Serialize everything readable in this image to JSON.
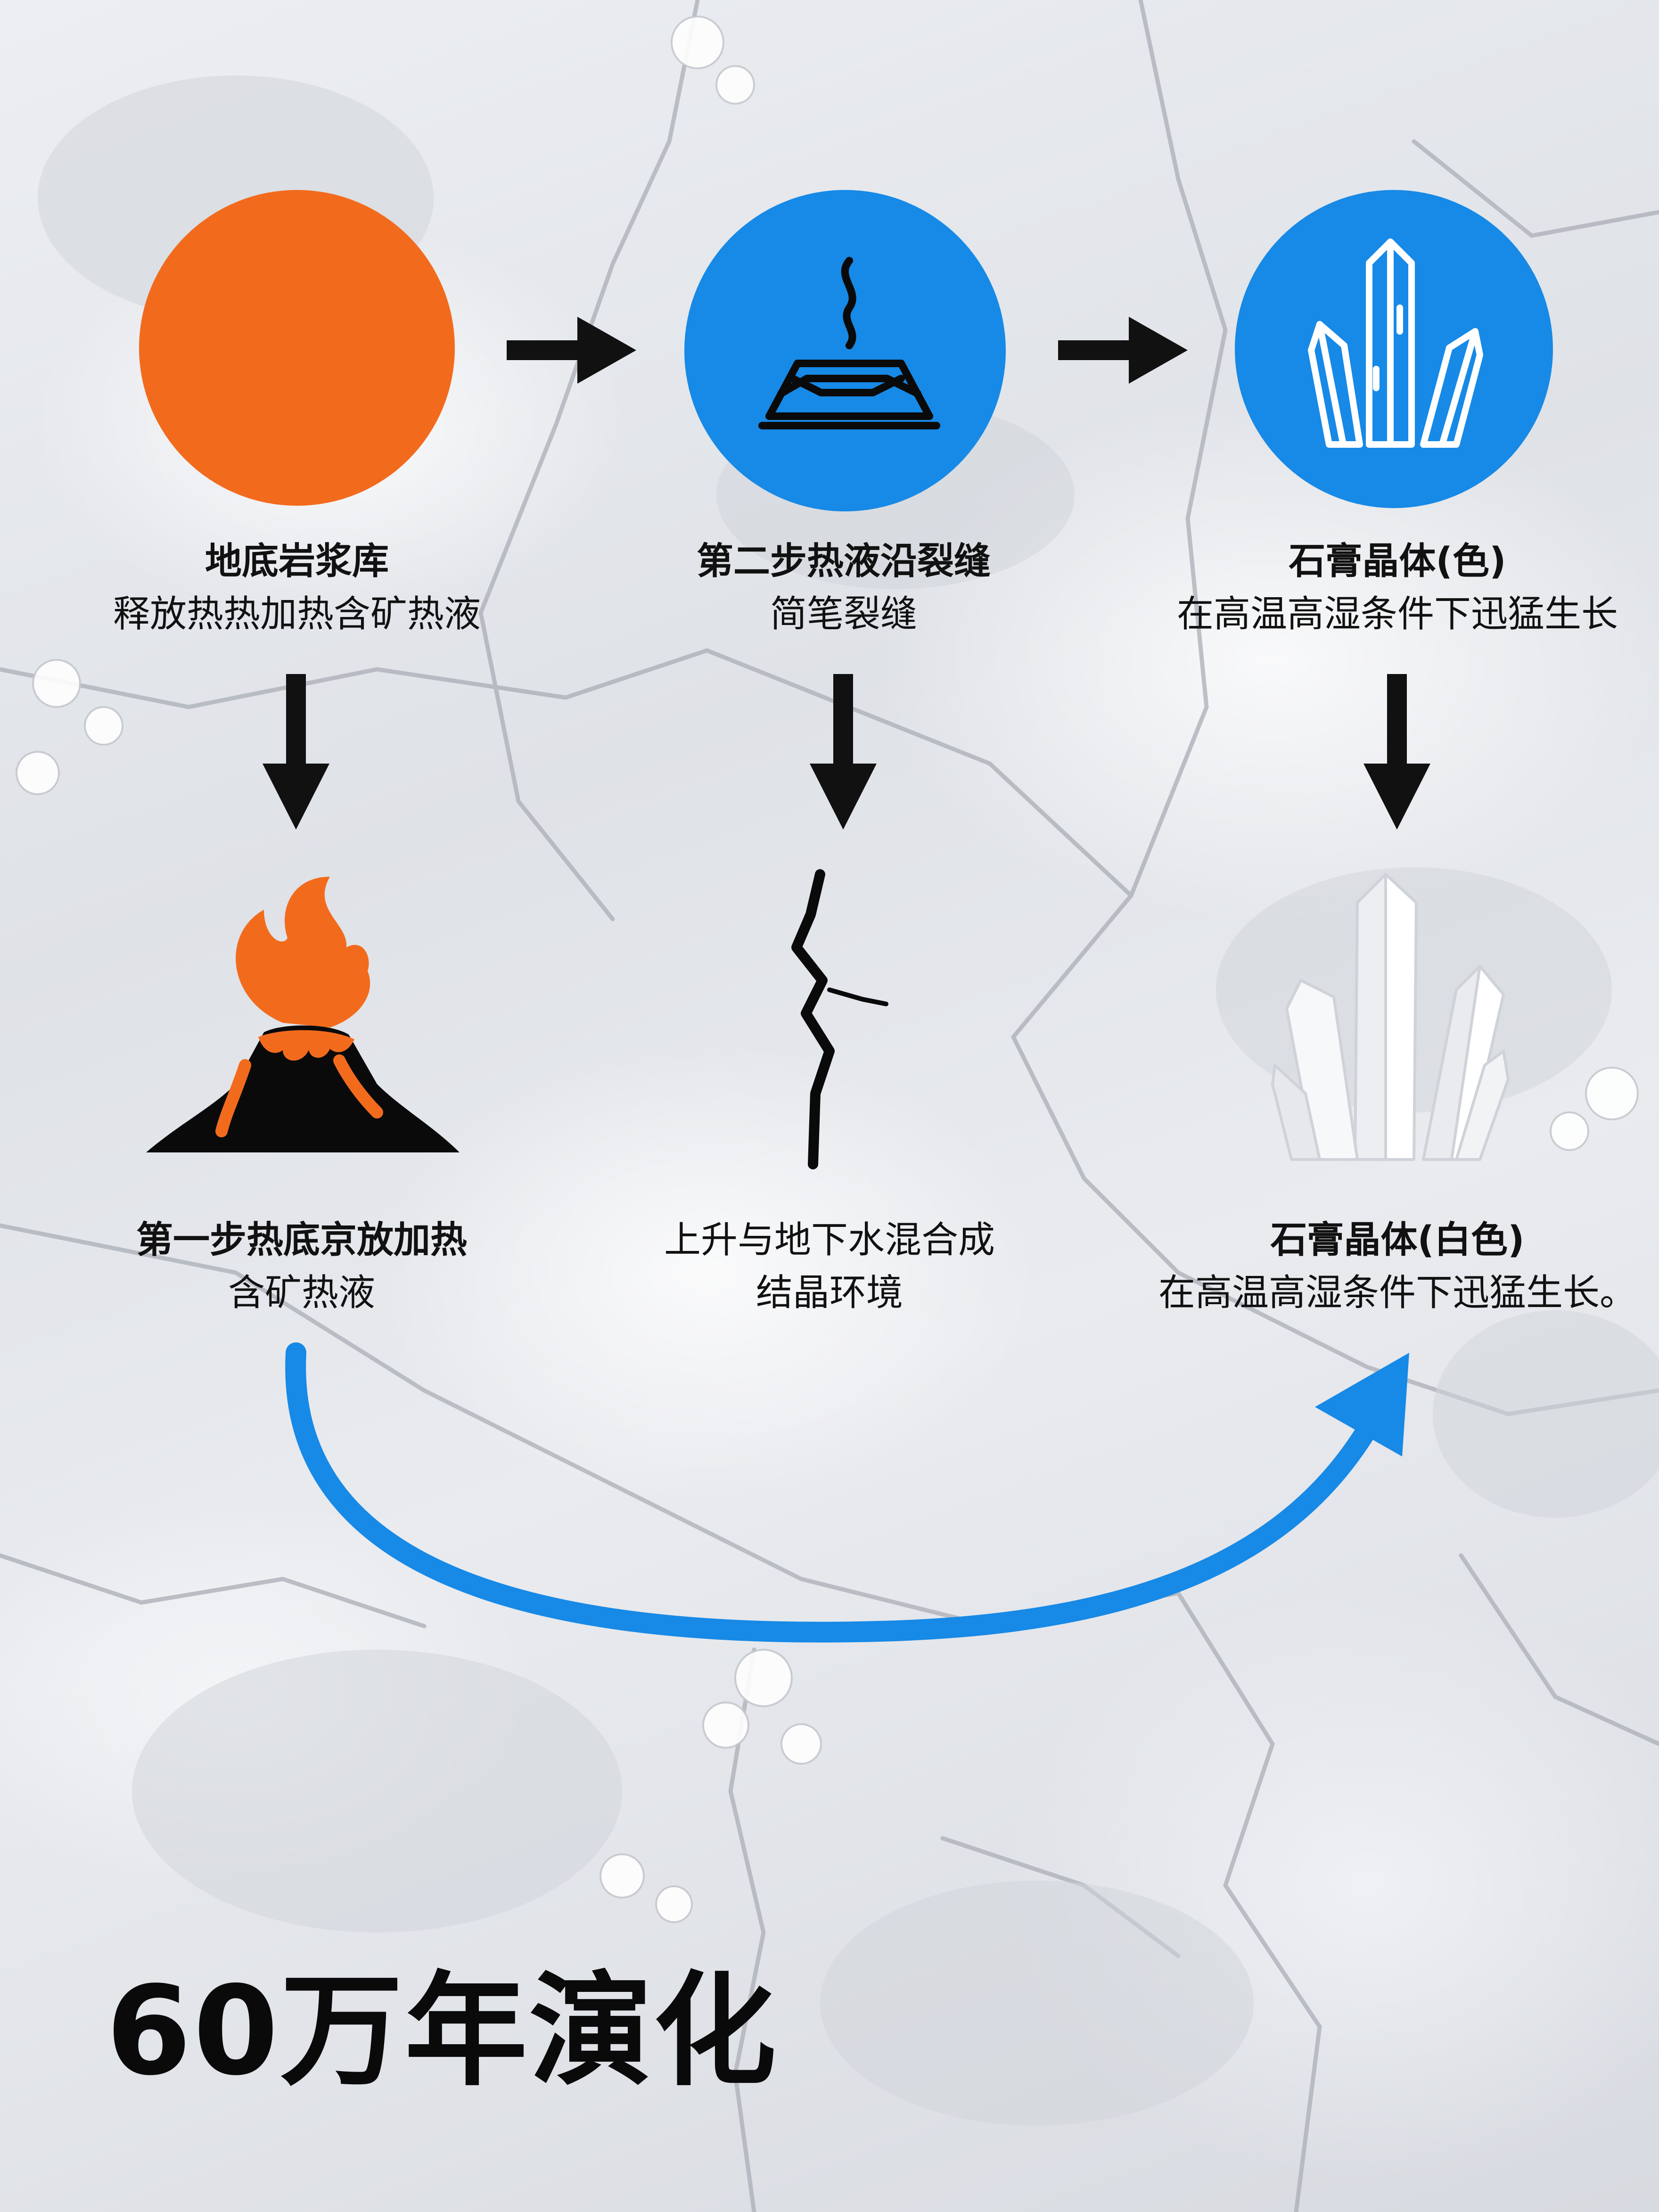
{
  "title": "60万年演化",
  "colors": {
    "orange": "#F26B1D",
    "blue": "#1789E6",
    "black": "#111111",
    "white": "#FFFFFF"
  },
  "top_row": [
    {
      "icon": "magma-circle-icon",
      "line1": "地底岩浆库",
      "line2": "释放热热加热含矿热液"
    },
    {
      "icon": "fault-steam-icon",
      "line1": "第二步热液沿裂缝",
      "line2": "简笔裂缝"
    },
    {
      "icon": "crystal-circle-icon",
      "line1": "石膏晶体(色)",
      "line2": "在高温高湿条件下迅猛生长"
    }
  ],
  "bottom_row": [
    {
      "icon": "volcano-icon",
      "line1": "第一步热底京放加热",
      "line2": "含矿热液"
    },
    {
      "icon": "crack-icon",
      "line1": "上升与地下水混合成",
      "line2": "结晶环境"
    },
    {
      "icon": "white-crystal-icon",
      "line1": "石膏晶体(白色)",
      "line2": "在高温高湿条件下迅猛生长。"
    }
  ]
}
